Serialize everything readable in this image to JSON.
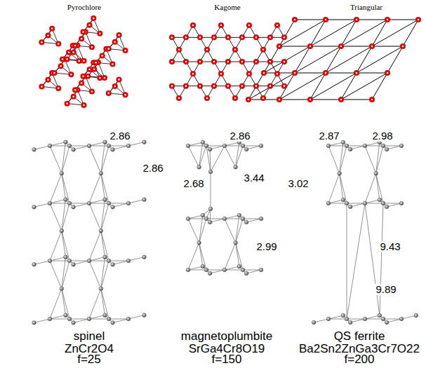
{
  "diagram": {
    "labels": [
      "Pyrochlore",
      "Kagome",
      "Triangular",
      "2.86",
      "2.86",
      "2.86",
      "3.44",
      "2.68",
      "2.99",
      "2.87",
      "2.98",
      "3.02",
      "9.43",
      "9.89",
      "spinel",
      "ZnCr2O4",
      "f=25",
      "magnetoplumbite",
      "SrGa4Cr8O19",
      "f=150",
      "QS ferrite",
      "Ba2Sn2ZnGa3Cr7O22",
      "f=200"
    ]
  }
}
